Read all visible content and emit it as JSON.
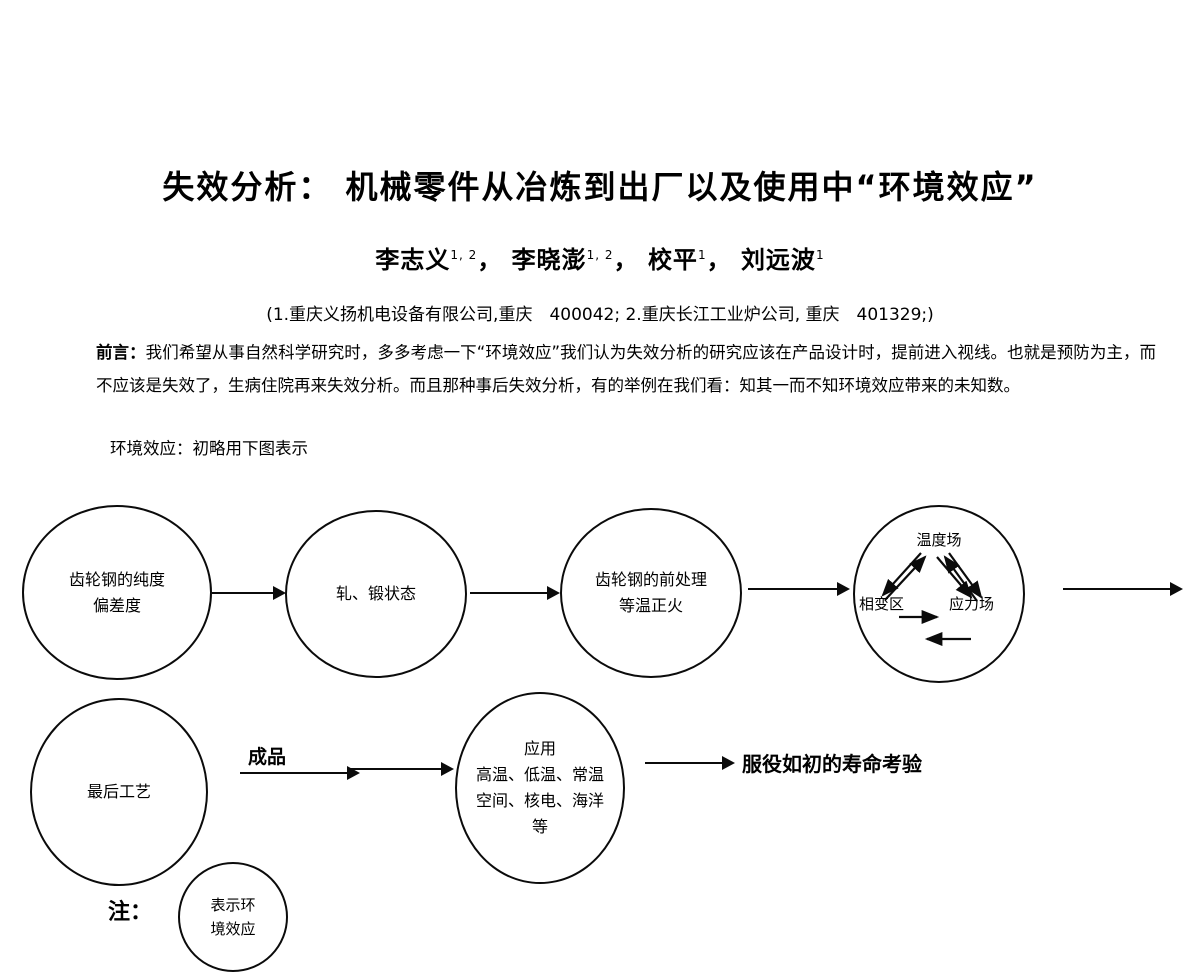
{
  "document": {
    "title": "失效分析： 机械零件从冶炼到出厂以及使用中“环境效应”",
    "authors": {
      "a1_name": "李志义",
      "a1_sup": "1, 2",
      "a2_name": "李晓澎",
      "a2_sup": "1, 2",
      "a3_name": "校平",
      "a3_sup": "1",
      "a4_name": "刘远波",
      "a4_sup": "1",
      "sep": "，"
    },
    "affiliation": "(1.重庆义扬机电设备有限公司,重庆　400042; 2.重庆长江工业炉公司, 重庆　401329;)",
    "preface_lead": "前言：",
    "preface_body": "我们希望从事自然科学研究时，多多考虑一下“环境效应”我们认为失效分析的研究应该在产品设计时，提前进入视线。也就是预防为主，而不应该是失效了，生病住院再来失效分析。而且那种事后失效分析，有的举例在我们看：知其一而不知环境效应带来的未知数。",
    "figure_intro": "环境效应：初略用下图表示"
  },
  "diagram": {
    "nodes": {
      "purity": {
        "line1": "齿轮钢的纯度",
        "line2": "偏差度"
      },
      "roll": {
        "line1": "轧、锻状态"
      },
      "pretreat": {
        "line1": "齿轮钢的前处理",
        "line2": "等温正火"
      },
      "fields": {
        "top": "温度场",
        "bottom_left": "相变区",
        "bottom_right": "应力场"
      },
      "final": {
        "line1": "最后工艺"
      },
      "apply": {
        "line1": "应用",
        "line2": "高温、低温、常温",
        "line3": "空间、核电、海洋",
        "line4": "等"
      },
      "legend": {
        "line1": "表示环",
        "line2": "境效应"
      }
    },
    "labels": {
      "product_arrow": "成品",
      "service_result": "服役如初的寿命考验",
      "note": "注："
    },
    "colors": {
      "ink": "#0b0b0b",
      "paper": "#ffffff"
    }
  }
}
